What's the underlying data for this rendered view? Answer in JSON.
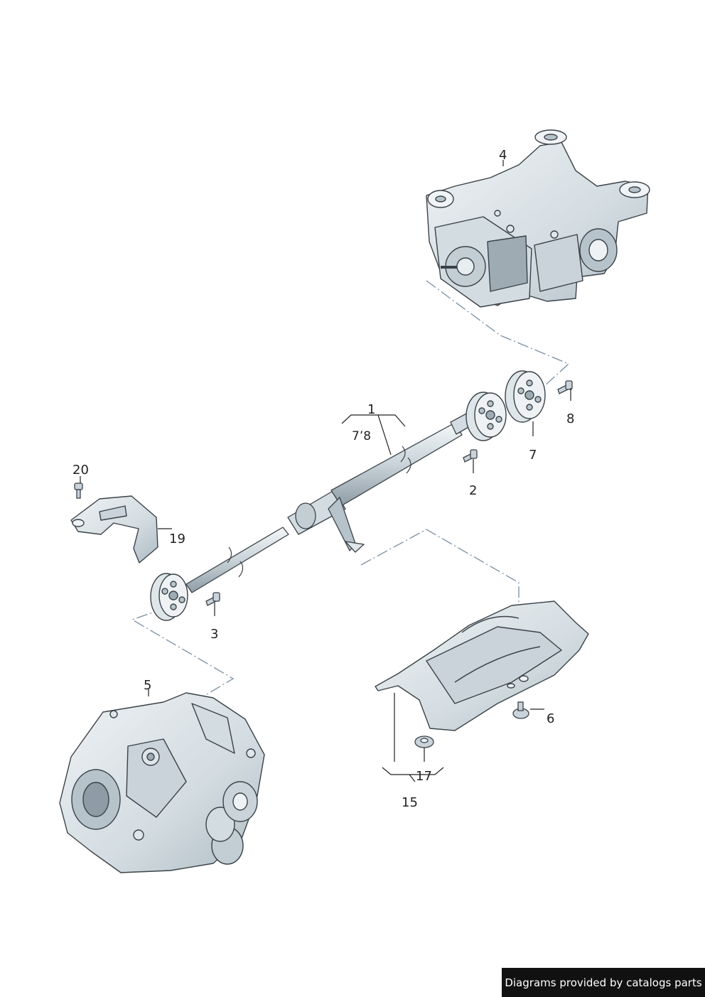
{
  "callouts": {
    "c1": "1",
    "c1_sub": "7’8",
    "c2": "2",
    "c3": "3",
    "c4": "4",
    "c5": "5",
    "c6": "6",
    "c7": "7",
    "c8": "8",
    "c15": "15",
    "c17": "17",
    "c19": "19",
    "c20": "20"
  },
  "footer": {
    "credit": "Diagrams provided by catalogs parts"
  },
  "colors": {
    "part_fill": "#dfe6ea",
    "part_dark": "#b7c3ca",
    "part_line": "#3a4248",
    "dash_line": "#7a8fa0",
    "credit_bg": "#111111"
  },
  "icons": [
    "rear-differential-icon",
    "gearbox-icon",
    "propshaft-icon",
    "heat-shield-icon",
    "flex-disc-icon",
    "bolt-icon",
    "bracket-icon",
    "nut-icon"
  ]
}
